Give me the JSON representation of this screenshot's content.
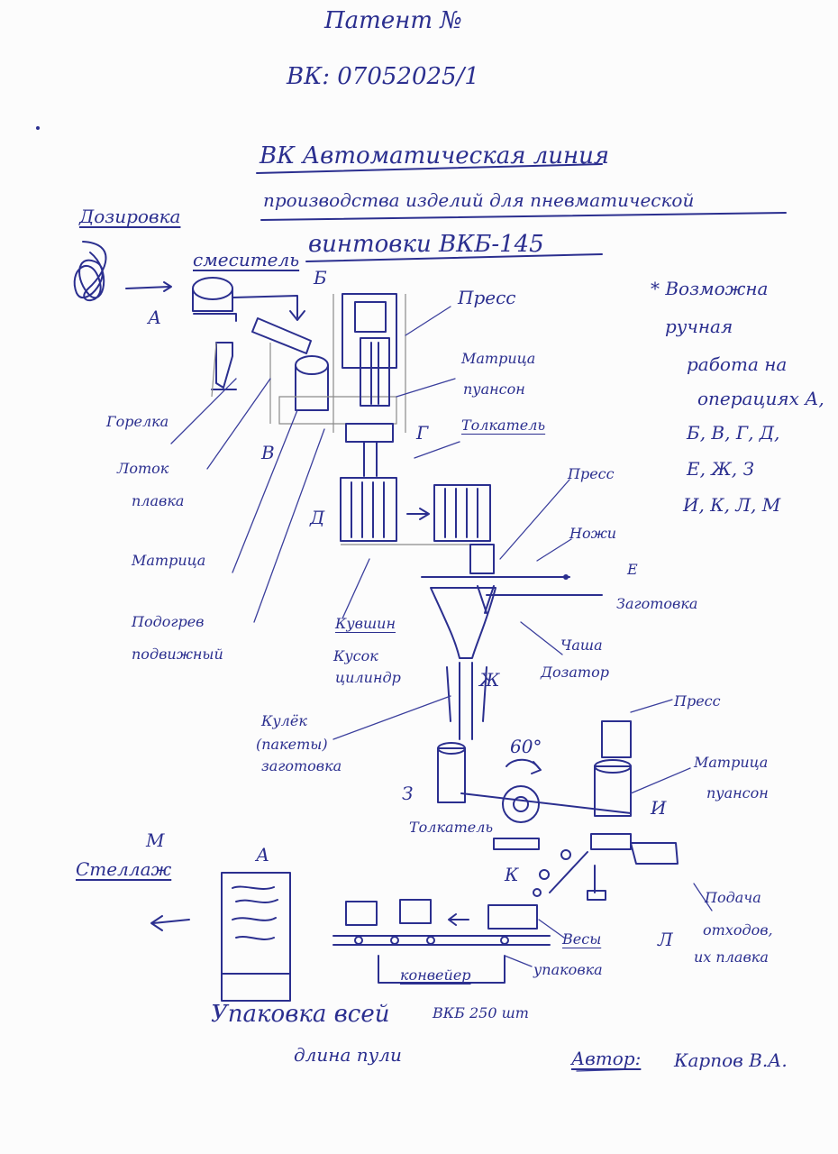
{
  "header": {
    "patent": "Патент №",
    "number": "ВК: 07052025/1"
  },
  "title": {
    "line1": "ВК Автоматическая линия",
    "line2": "производства изделий для пневматической",
    "line3": "винтовки ВКБ-145"
  },
  "materials_label": "Дозировка",
  "letters": {
    "A": "А",
    "B": "Б",
    "V": "В",
    "G": "Г",
    "D": "Д",
    "E": "Е",
    "Zh": "Ж",
    "Z": "З",
    "I": "И",
    "K": "К",
    "L": "Л",
    "M": "М"
  },
  "note": {
    "line1": "* Возможна",
    "line2": "ручная",
    "line3": "работа на",
    "line4": "операциях А,",
    "line5": "Б, В, Г, Д,",
    "line6": "Е, Ж, З",
    "line7": "И, К, Л, М"
  },
  "labels": {
    "mixer": "смеситель",
    "press_top": "Пресс",
    "matrix_top": "Матрица",
    "punch_top": "пуансон",
    "pusher": "Толкатель",
    "burner": "Горелка",
    "tray": "Лоток",
    "melting": "плавка",
    "matrix_left": "Матрица",
    "heating1": "Подогрев",
    "heating2": "подвижный",
    "shell1": "Кувшин",
    "shell2": "Кусок",
    "shell3": "цилиндр",
    "press_mid": "Пресс",
    "knives": "Ножи",
    "blank1": "Заготовка",
    "blank_letter": "Е",
    "doser1": "Чаша",
    "doser2": "Дозатор",
    "tube1": "Кулёк",
    "tube2": "(пакеты)",
    "tube3": "заготовка",
    "rotor": "60°",
    "pusher_low": "Толкатель",
    "press_low": "Пресс",
    "matrix_low1": "Матрица",
    "matrix_low2": "пуансон",
    "waste1": "Подача",
    "waste2": "отходов,",
    "waste3": "их плавка",
    "scales1": "Весы",
    "scales2": "упаковка",
    "conveyor": "конвейер",
    "storage": "Стеллаж"
  },
  "footer": {
    "line1": "Упаковка всей",
    "num": "ВКБ 250 шт",
    "line2": "длина пули",
    "author_label": "Автор:",
    "author": "Карпов В.А."
  }
}
